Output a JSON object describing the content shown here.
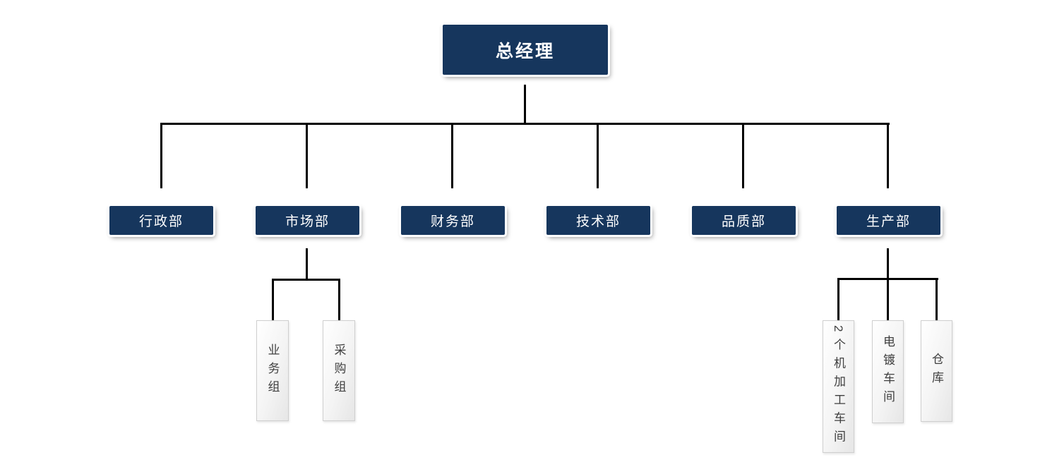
{
  "org": {
    "root_label": "总经理",
    "departments": [
      {
        "label": "行政部",
        "children": []
      },
      {
        "label": "市场部",
        "children": [
          "业务组",
          "采购组"
        ]
      },
      {
        "label": "财务部",
        "children": []
      },
      {
        "label": "技术部",
        "children": []
      },
      {
        "label": "品质部",
        "children": []
      },
      {
        "label": "生产部",
        "children": [
          "2个机加工车间",
          "电镀车间",
          "仓库"
        ]
      }
    ],
    "colors": {
      "node_fill": "#16365D",
      "node_text": "#FFFFFF",
      "node_outline": "#FFFFFF",
      "leaf_fill_light": "#FFFFFF",
      "leaf_fill_dark": "#E6E6E6",
      "leaf_border": "#CFCFCF",
      "leaf_text": "#3F3F3F",
      "connector": "#000000",
      "background": "#FFFFFF"
    }
  }
}
